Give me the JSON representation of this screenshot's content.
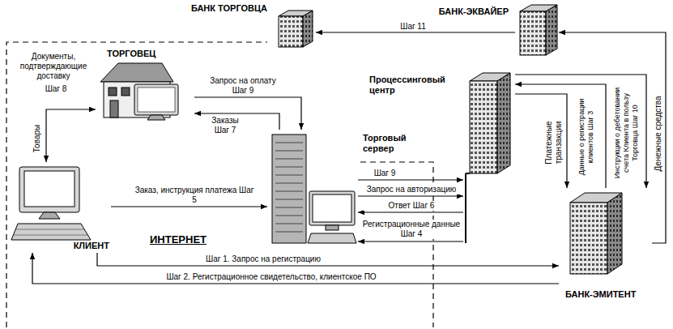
{
  "diagram": {
    "nodes": [
      {
        "text": [
          "БАНК ТОРГОВЦА"
        ]
      },
      {
        "text": [
          "БАНК-ЭКВАЙЕР"
        ]
      },
      {
        "text": [
          "ТОРГОВЕЦ"
        ]
      },
      {
        "text": [
          "Процессинговый центр"
        ]
      },
      {
        "text": [
          "Торговый сервер"
        ]
      },
      {
        "text": [
          "КЛИЕНТ"
        ]
      },
      {
        "text": [
          "БАНК-ЭМИТЕНТ"
        ]
      }
    ],
    "edges": [
      {
        "from": 1,
        "to": 0,
        "label": "Шаг 11",
        "arrow": "to"
      },
      {
        "from": 2,
        "to": 5,
        "label": "Товары",
        "arrow": "both"
      },
      {
        "from": 2,
        "to": 4,
        "label": "Запрос на оплату Шаг 9",
        "arrow": "to"
      },
      {
        "from": 4,
        "to": 2,
        "label": "Заказы Шаг 7",
        "arrow": "to"
      },
      {
        "from": 5,
        "to": 4,
        "label": "Заказ, инструкция платежа Шаг 5",
        "arrow": "to"
      },
      {
        "from": 4,
        "to": 3,
        "label": "Шаг 9",
        "arrow": "to"
      },
      {
        "from": 4,
        "to": 3,
        "label": "Запрос на авторизацию",
        "arrow": "to"
      },
      {
        "from": 3,
        "to": 4,
        "label": "Ответ Шаг 6",
        "arrow": "to"
      },
      {
        "from": 3,
        "to": 4,
        "label": "Регистрационные данные Шаг 4",
        "arrow": "to"
      },
      {
        "from": 5,
        "to": 6,
        "label": "Шаг 1. Запрос на регистрацию",
        "arrow": "to"
      },
      {
        "from": 6,
        "to": 5,
        "label": "Шаг 2. Регистрационное свидетельство, клиентское ПО",
        "arrow": "to"
      },
      {
        "from": 3,
        "to": 6,
        "label": "Платежные транзакции",
        "arrow": "to"
      },
      {
        "from": 6,
        "to": 3,
        "label": "Данные о регистрации клиентов Шаг 3",
        "arrow": "to"
      },
      {
        "from": 3,
        "to": 6,
        "label": "Инструкции о дебетовании счета Клиента в пользу Торговца Шаг 10",
        "arrow": "to"
      },
      {
        "from": 6,
        "to": 1,
        "label": "Денежные средства",
        "arrow": "to"
      }
    ],
    "labels": [
      "Документы, подтверждающие доставку",
      "Шаг 8",
      "ИНТЕРНЕТ"
    ]
  }
}
